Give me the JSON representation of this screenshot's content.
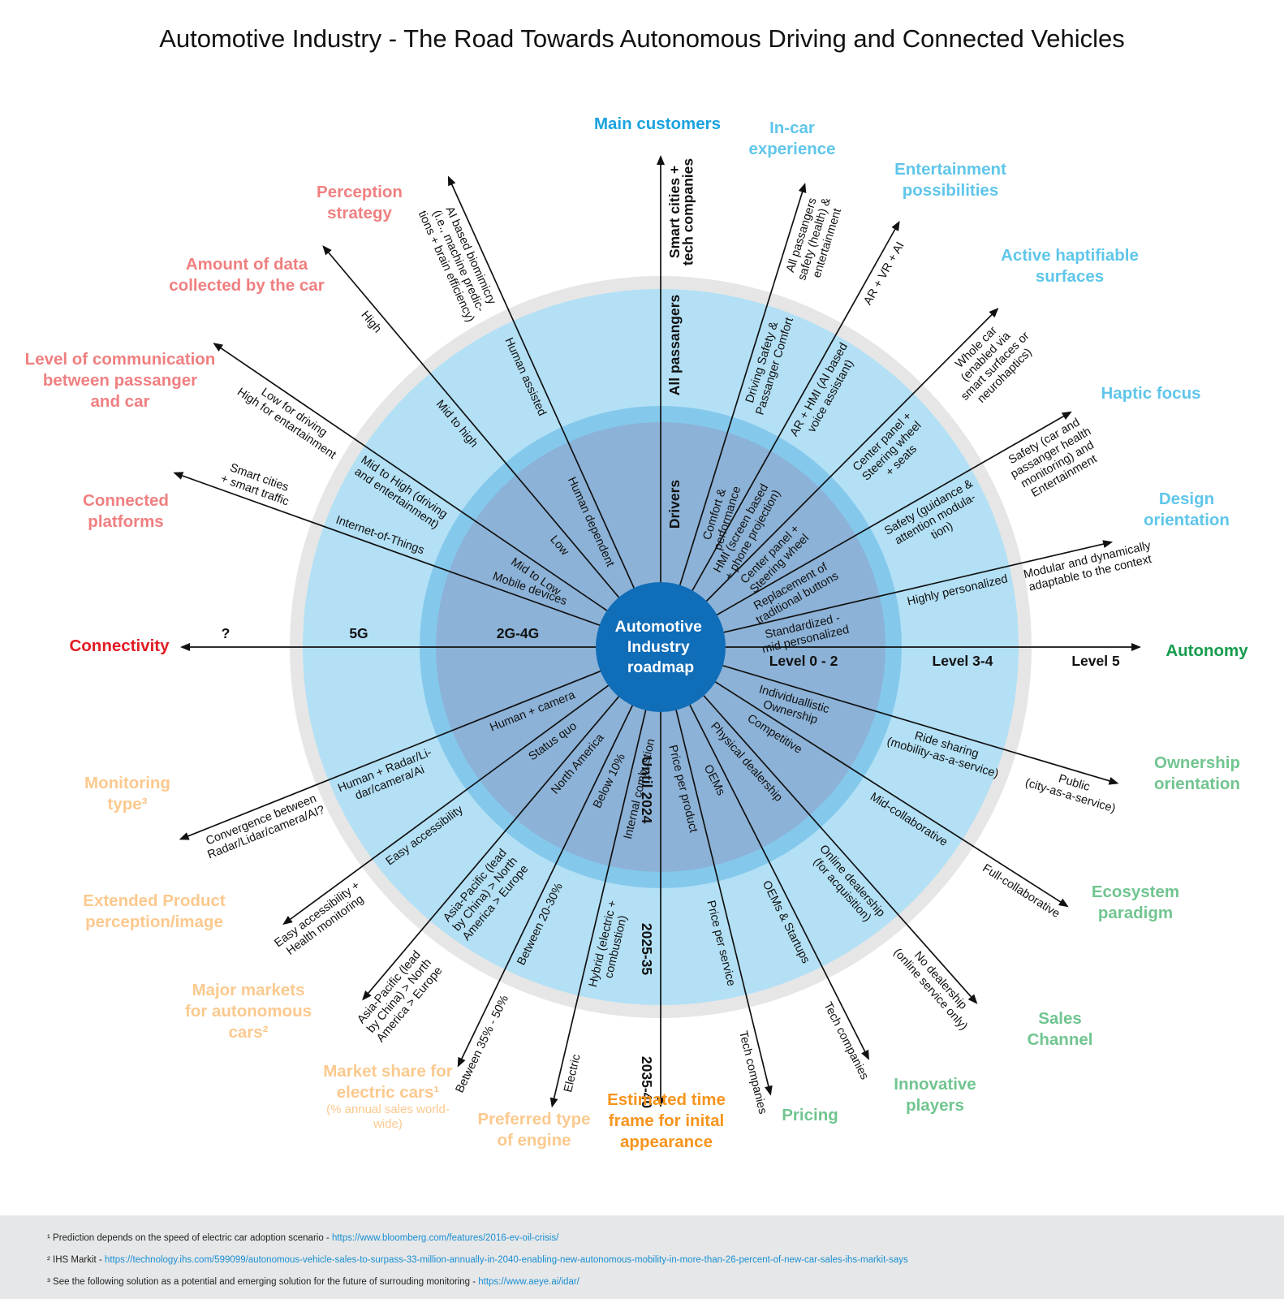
{
  "title": "Automotive Industry - The Road Towards Autonomous Driving and Connected Vehicles",
  "center": [
    "Automotive",
    "Industry",
    "roadmap"
  ],
  "colors": {
    "outer_ring": "#e6e6e6",
    "outer_zone": "#b3e0f5",
    "mid_ring": "#84c9ec",
    "inner_zone": "#8cb2d7",
    "center": "#106db8",
    "cat_blue": "#1aa3e0",
    "cat_lightblue": "#5fc6ea",
    "cat_red": "#f07f80",
    "cat_orange": "#fbc98e",
    "cat_green": "#71c590",
    "connectivity": "#e21b24",
    "autonomy": "#159c4d",
    "timeframe": "#f7941d"
  },
  "axes": [
    {
      "id": "autonomy",
      "label": [
        "Autonomy"
      ],
      "color": "autonomy",
      "bold": false,
      "values": [
        {
          "text": [
            "Level 0 - 2"
          ],
          "bold": true
        },
        {
          "text": [
            "Level 3-4"
          ],
          "bold": true
        },
        {
          "text": [
            "Level 5"
          ],
          "bold": true
        }
      ]
    },
    {
      "id": "ownership",
      "label": [
        "Ownership",
        "orientation"
      ],
      "color": "cat_green",
      "bold": false,
      "values": [
        {
          "text": [
            "Individuallistic",
            "Ownership"
          ]
        },
        {
          "text": [
            "Ride sharing",
            "(mobility-as-a-service)"
          ]
        },
        {
          "text": [
            "Public",
            "(city-as-a-service)"
          ]
        }
      ]
    },
    {
      "id": "ecosystem",
      "label": [
        "Ecosystem",
        "paradigm"
      ],
      "color": "cat_green",
      "bold": false,
      "values": [
        {
          "text": [
            "Competitive"
          ]
        },
        {
          "text": [
            "Mid-collaborative"
          ]
        },
        {
          "text": [
            "Full-collaborative"
          ]
        }
      ]
    },
    {
      "id": "sales",
      "label": [
        "Sales",
        "Channel"
      ],
      "color": "cat_green",
      "bold": false,
      "values": [
        {
          "text": [
            "Physical dealership"
          ]
        },
        {
          "text": [
            "Online dealership",
            "(for acquisition)"
          ]
        },
        {
          "text": [
            "No dealership",
            "(online service only)"
          ]
        }
      ]
    },
    {
      "id": "innovative",
      "label": [
        "Innovative",
        "players"
      ],
      "color": "cat_green",
      "bold": false,
      "values": [
        {
          "text": [
            "OEMs"
          ]
        },
        {
          "text": [
            "OEMs & Startups"
          ]
        },
        {
          "text": [
            "Tech companies"
          ]
        }
      ]
    },
    {
      "id": "pricing",
      "label": [
        "Pricing"
      ],
      "color": "cat_green",
      "bold": false,
      "values": [
        {
          "text": [
            "Price per product"
          ]
        },
        {
          "text": [
            "Price per service"
          ]
        },
        {
          "text": [
            "Tech companies"
          ]
        }
      ]
    },
    {
      "id": "timeframe",
      "label": [
        "Estimated time",
        "frame for inital",
        "appearance"
      ],
      "color": "timeframe",
      "bold": false,
      "values": [
        {
          "text": [
            "Until 2024"
          ],
          "bold": true
        },
        {
          "text": [
            "2025-35"
          ],
          "bold": true
        },
        {
          "text": [
            "2035-40"
          ],
          "bold": true
        }
      ]
    },
    {
      "id": "engine",
      "label": [
        "Preferred type",
        "of engine"
      ],
      "color": "cat_orange",
      "bold": false,
      "values": [
        {
          "text": [
            "Internal combustion"
          ]
        },
        {
          "text": [
            "Hybrid (electric +",
            "combustion)"
          ]
        },
        {
          "text": [
            "Electric"
          ]
        }
      ]
    },
    {
      "id": "electric",
      "label": [
        "Market share for",
        "electric cars¹"
      ],
      "sublabel": [
        "(% annual sales world-",
        "wide)"
      ],
      "color": "cat_orange",
      "bold": false,
      "values": [
        {
          "text": [
            "Below 10%"
          ]
        },
        {
          "text": [
            "Between 20-30%"
          ]
        },
        {
          "text": [
            "Between 35% - 50%"
          ]
        }
      ]
    },
    {
      "id": "markets",
      "label": [
        "Major markets",
        "for autonomous",
        "cars²"
      ],
      "color": "cat_orange",
      "bold": false,
      "values": [
        {
          "text": [
            "North America"
          ]
        },
        {
          "text": [
            "Asia-Pacific (lead",
            "by China) > North",
            "America > Europe"
          ]
        },
        {
          "text": [
            "Asia-Pacific (lead",
            "by China) > North",
            "America > Europe"
          ]
        }
      ]
    },
    {
      "id": "extended",
      "label": [
        "Extended Product",
        "perception/image"
      ],
      "color": "cat_orange",
      "bold": false,
      "values": [
        {
          "text": [
            "Status quo"
          ]
        },
        {
          "text": [
            "Easy accessibility"
          ]
        },
        {
          "text": [
            "Easy accessibility +",
            "Health monitoring"
          ]
        }
      ]
    },
    {
      "id": "monitoring",
      "label": [
        "Monitoring",
        "type³"
      ],
      "color": "cat_orange",
      "bold": false,
      "values": [
        {
          "text": [
            "Human + camera"
          ]
        },
        {
          "text": [
            "Human + Radar/Li-",
            "dar/camera/Ai"
          ]
        },
        {
          "text": [
            "Convergence between",
            "Radar/Lidar/camera/AI?"
          ]
        }
      ]
    },
    {
      "id": "connectivity",
      "label": [
        "Connectivity"
      ],
      "color": "connectivity",
      "bold": false,
      "values": [
        {
          "text": [
            "2G-4G"
          ],
          "bold": true
        },
        {
          "text": [
            "5G"
          ],
          "bold": true
        },
        {
          "text": [
            "?"
          ],
          "bold": true
        }
      ]
    },
    {
      "id": "connected",
      "label": [
        "Connected",
        "platforms"
      ],
      "color": "cat_red",
      "bold": false,
      "values": [
        {
          "text": [
            "Mobile devices"
          ]
        },
        {
          "text": [
            "Internet-of-Things"
          ]
        },
        {
          "text": [
            "Smart cities",
            "+ smart traffic"
          ]
        }
      ]
    },
    {
      "id": "communication",
      "label": [
        "Level of communication",
        "between passanger",
        "and car"
      ],
      "color": "cat_red",
      "bold": false,
      "values": [
        {
          "text": [
            "Mid to Low"
          ]
        },
        {
          "text": [
            "Mid to High (driving",
            "and entertainment)"
          ]
        },
        {
          "text": [
            "Low for driving",
            "High for entartainment"
          ]
        }
      ]
    },
    {
      "id": "data",
      "label": [
        "Amount of data",
        "collected by the car"
      ],
      "color": "cat_red",
      "bold": false,
      "values": [
        {
          "text": [
            "Low"
          ]
        },
        {
          "text": [
            "Mid to high"
          ]
        },
        {
          "text": [
            "High"
          ]
        }
      ]
    },
    {
      "id": "perception",
      "label": [
        "Perception",
        "strategy"
      ],
      "color": "cat_red",
      "bold": false,
      "values": [
        {
          "text": [
            "Human dependent"
          ]
        },
        {
          "text": [
            "Human assisted"
          ]
        },
        {
          "text": [
            "AI based biomimicry",
            "(i.e., machine predic-",
            "tions + brain efficiency)"
          ]
        }
      ]
    },
    {
      "id": "customers",
      "label": [
        "Main customers"
      ],
      "color": "cat_blue",
      "bold": false,
      "values": [
        {
          "text": [
            "Drivers"
          ],
          "bold": true
        },
        {
          "text": [
            "All passangers"
          ],
          "bold": true
        },
        {
          "text": [
            "Smart cities +",
            "tech companies"
          ],
          "bold": true
        }
      ]
    },
    {
      "id": "incar",
      "label": [
        "In-car",
        "experience"
      ],
      "color": "cat_lightblue",
      "bold": false,
      "values": [
        {
          "text": [
            "Comfort &",
            "performance"
          ]
        },
        {
          "text": [
            "Driving Safety &",
            "Passanger Comfort"
          ]
        },
        {
          "text": [
            "All passangers",
            "safety (health) &",
            "entertainment"
          ]
        }
      ]
    },
    {
      "id": "entertainment",
      "label": [
        "Entertainment",
        "possibilities"
      ],
      "color": "cat_lightblue",
      "bold": false,
      "values": [
        {
          "text": [
            "HMI (screen based",
            "+ phone projection)"
          ]
        },
        {
          "text": [
            "AR + HMI (AI based",
            "voice assistant)"
          ]
        },
        {
          "text": [
            "AR + VR + AI"
          ]
        }
      ]
    },
    {
      "id": "haptifiable",
      "label": [
        "Active haptifiable",
        "surfaces"
      ],
      "color": "cat_lightblue",
      "bold": false,
      "values": [
        {
          "text": [
            "Center panel +",
            "Steering wheel"
          ]
        },
        {
          "text": [
            "Center panel +",
            "Steering wheel",
            "+ seats"
          ]
        },
        {
          "text": [
            "Whole car",
            "(enabled via",
            "smart surfaces or",
            "neurohaptics)"
          ]
        }
      ]
    },
    {
      "id": "haptic",
      "label": [
        "Haptic focus"
      ],
      "color": "cat_lightblue",
      "bold": false,
      "values": [
        {
          "text": [
            "Replacement of",
            "traditional buttons"
          ]
        },
        {
          "text": [
            "Safety (guidance &",
            "attention modula-",
            "tion)"
          ]
        },
        {
          "text": [
            "Safety (car and",
            "passanger health",
            "monitoring) and",
            "Entertainment"
          ]
        }
      ]
    },
    {
      "id": "design",
      "label": [
        "Design",
        "orientation"
      ],
      "color": "cat_lightblue",
      "bold": false,
      "values": [
        {
          "text": [
            "Standardized -",
            "mid personalized"
          ]
        },
        {
          "text": [
            "Highly personalized"
          ]
        },
        {
          "text": [
            "Modular and dynamically",
            "adaptable to the context"
          ]
        }
      ]
    }
  ],
  "footnotes": [
    {
      "text": "¹ Prediction depends on the speed of electric car adoption scenario - ",
      "link": "https://www.bloomberg.com/features/2016-ev-oil-crisis/"
    },
    {
      "text": "² IHS Markit -  ",
      "link": "https://technology.ihs.com/599099/autonomous-vehicle-sales-to-surpass-33-million-annually-in-2040-enabling-new-autonomous-mobility-in-more-than-26-percent-of-new-car-sales-ihs-markit-says"
    },
    {
      "text": "³ See the following solution as a potential and emerging solution for the future of surrouding monitoring - ",
      "link": "https://www.aeye.ai/idar/"
    }
  ]
}
